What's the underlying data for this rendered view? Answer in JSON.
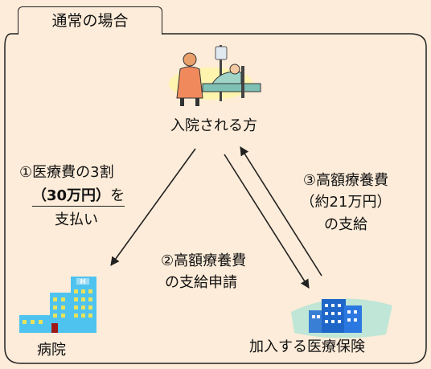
{
  "title": "通常の場合",
  "nodes": {
    "patient": "入院される方",
    "hospital": "病院",
    "insurer": "加入する医療保険"
  },
  "flows": {
    "step1": {
      "line1": "①医療費の3割",
      "amount": "（30万円）",
      "suffix": "を",
      "line3": "支払い"
    },
    "step2": {
      "line1": "②高額療養費",
      "line2": "の支給申請"
    },
    "step3": {
      "line1": "③高額療養費",
      "line2": "（約21万円）",
      "line3": "の支給"
    }
  },
  "icons": {
    "patient": "hospital-bed-nurse-icon",
    "hospital": "hospital-building-icon",
    "insurer": "office-building-icon"
  },
  "colors": {
    "background": "#fdecd9",
    "frame": "#222222",
    "building": "#4fc3f0",
    "insurer_building": "#1e66c8"
  }
}
